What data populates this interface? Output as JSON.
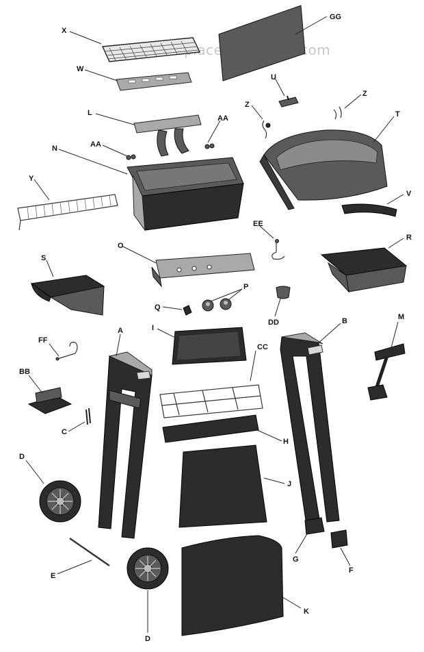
{
  "watermark": "eReplacementParts.com",
  "parts": [
    {
      "id": "X",
      "part": "cooking-grate"
    },
    {
      "id": "GG",
      "part": "back-panel"
    },
    {
      "id": "W",
      "part": "heat-plate"
    },
    {
      "id": "U",
      "part": "igniter-electrode"
    },
    {
      "id": "Z",
      "part": "lid-hinge-pin"
    },
    {
      "id": "Z",
      "part": "lid-hinge-pin"
    },
    {
      "id": "L",
      "part": "burner"
    },
    {
      "id": "AA",
      "part": "burner-clip"
    },
    {
      "id": "AA",
      "part": "burner-clip"
    },
    {
      "id": "T",
      "part": "lid"
    },
    {
      "id": "N",
      "part": "firebox"
    },
    {
      "id": "Y",
      "part": "warming-rack"
    },
    {
      "id": "V",
      "part": "lid-handle"
    },
    {
      "id": "EE",
      "part": "match-holder"
    },
    {
      "id": "O",
      "part": "control-panel"
    },
    {
      "id": "R",
      "part": "side-shelf-right"
    },
    {
      "id": "S",
      "part": "side-shelf-left"
    },
    {
      "id": "P",
      "part": "control-knob"
    },
    {
      "id": "Q",
      "part": "igniter-button"
    },
    {
      "id": "DD",
      "part": "grease-cup"
    },
    {
      "id": "I",
      "part": "front-panel"
    },
    {
      "id": "B",
      "part": "cart-leg-right"
    },
    {
      "id": "M",
      "part": "regulator-hose"
    },
    {
      "id": "A",
      "part": "cart-leg-left"
    },
    {
      "id": "FF",
      "part": "tank-hook"
    },
    {
      "id": "CC",
      "part": "bottom-shelf-wire"
    },
    {
      "id": "BB",
      "part": "tank-bracket"
    },
    {
      "id": "C",
      "part": "tank-retainer"
    },
    {
      "id": "H",
      "part": "cross-brace"
    },
    {
      "id": "D",
      "part": "wheel"
    },
    {
      "id": "J",
      "part": "lower-front-panel"
    },
    {
      "id": "G",
      "part": "leg-bracket"
    },
    {
      "id": "F",
      "part": "leg-foot"
    },
    {
      "id": "E",
      "part": "axle"
    },
    {
      "id": "K",
      "part": "bottom-panel"
    },
    {
      "id": "D",
      "part": "wheel"
    }
  ]
}
